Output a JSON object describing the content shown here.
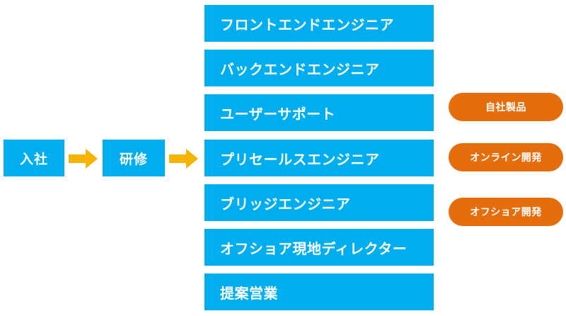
{
  "flow": {
    "step1": "入社",
    "step2": "研修"
  },
  "roles": [
    "フロントエンドエンジニア",
    "バックエンドエンジニア",
    "ユーザーサポート",
    "プリセールスエンジニア",
    "ブリッジエンジニア",
    "オフショア現地ディレクター",
    "提案営業"
  ],
  "tags": [
    "自社製品",
    "オンライン開発",
    "オフショア開発"
  ],
  "colors": {
    "box": "#00aeef",
    "arrow": "#f5b400",
    "tag": "#e56d0c"
  }
}
